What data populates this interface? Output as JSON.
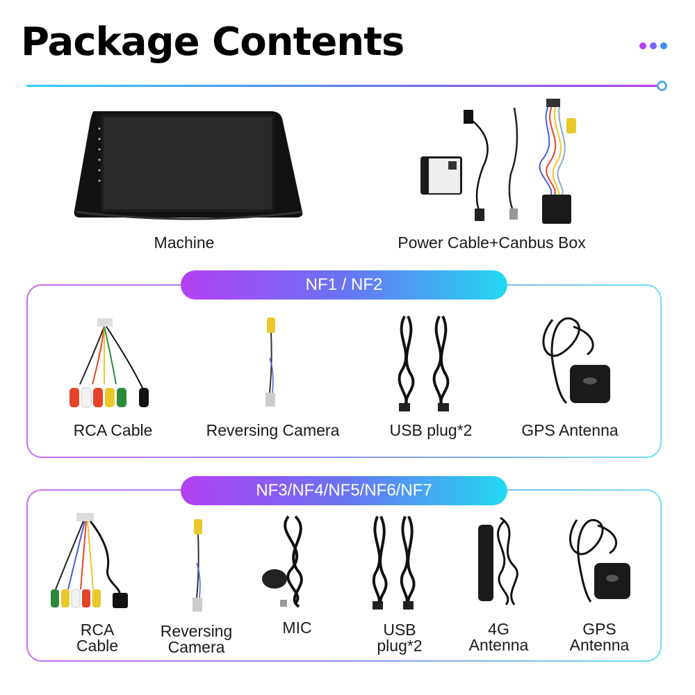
{
  "header": {
    "title": "Package Contents",
    "dot_colors": [
      "#b241f2",
      "#7b63f2",
      "#3b8ef2"
    ]
  },
  "top_items": [
    {
      "label": "Machine"
    },
    {
      "label": "Power Cable+Canbus Box"
    }
  ],
  "section1": {
    "title": "NF1 / NF2",
    "items": [
      {
        "label": "RCA Cable"
      },
      {
        "label": "Reversing Camera"
      },
      {
        "label": "USB plug*2"
      },
      {
        "label": "GPS Antenna"
      }
    ]
  },
  "section2": {
    "title": "NF3/NF4/NF5/NF6/NF7",
    "items": [
      {
        "label": "RCA\nCable"
      },
      {
        "label": "Reversing\nCamera"
      },
      {
        "label": "MIC"
      },
      {
        "label": "USB\nplug*2"
      },
      {
        "label": "4G\nAntenna"
      },
      {
        "label": "GPS\nAntenna"
      }
    ]
  }
}
